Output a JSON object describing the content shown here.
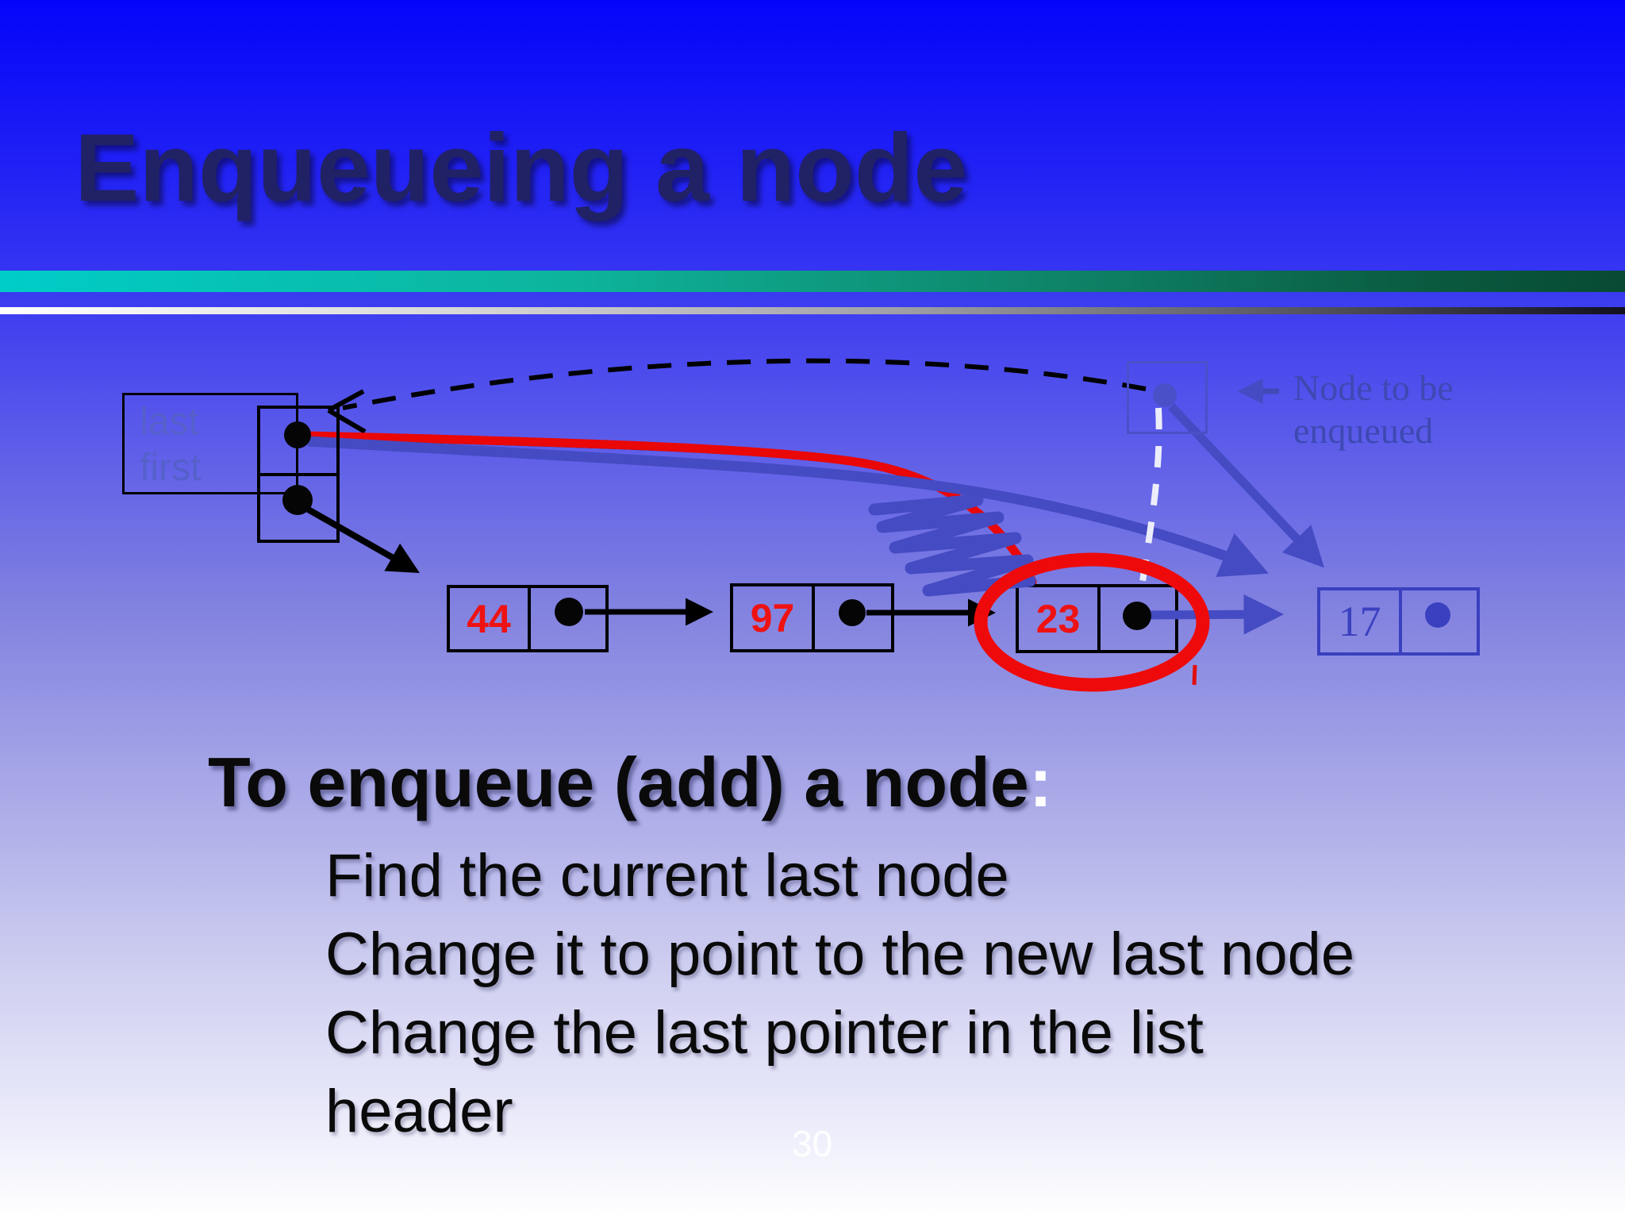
{
  "title": "Enqueueing a node",
  "page_number": "30",
  "body": {
    "heading": "To enqueue (add) a node",
    "colon": ":",
    "lines": [
      "Find the current last node",
      "Change it to point to the new last node",
      "Change the last pointer in the list",
      "header"
    ]
  },
  "diagram": {
    "header": {
      "labels": [
        "last",
        "first"
      ]
    },
    "nodes": [
      {
        "value": "44"
      },
      {
        "value": "97"
      },
      {
        "value": "23"
      },
      {
        "value": "17"
      }
    ],
    "annotation_label": "Node to be enqueued"
  },
  "colors": {
    "background_top": "#0404fa",
    "background_bottom": "#ffffff",
    "title_text": "#212166",
    "teal_bar_left": "#00cdc8",
    "teal_bar_right": "#084a34",
    "silver_bar_left": "#ffffff",
    "silver_bar_right": "#10101f",
    "node_value_red": "#ee1212",
    "highlight_red": "#ee0a0a",
    "pointer_blue": "#454bc2",
    "new_node_blue": "#3a40bf",
    "header_label_blue": "#5560ca",
    "annotation_blue": "#3d49b2",
    "body_text": "#0a0a0a",
    "colon_white": "#ffffff"
  }
}
